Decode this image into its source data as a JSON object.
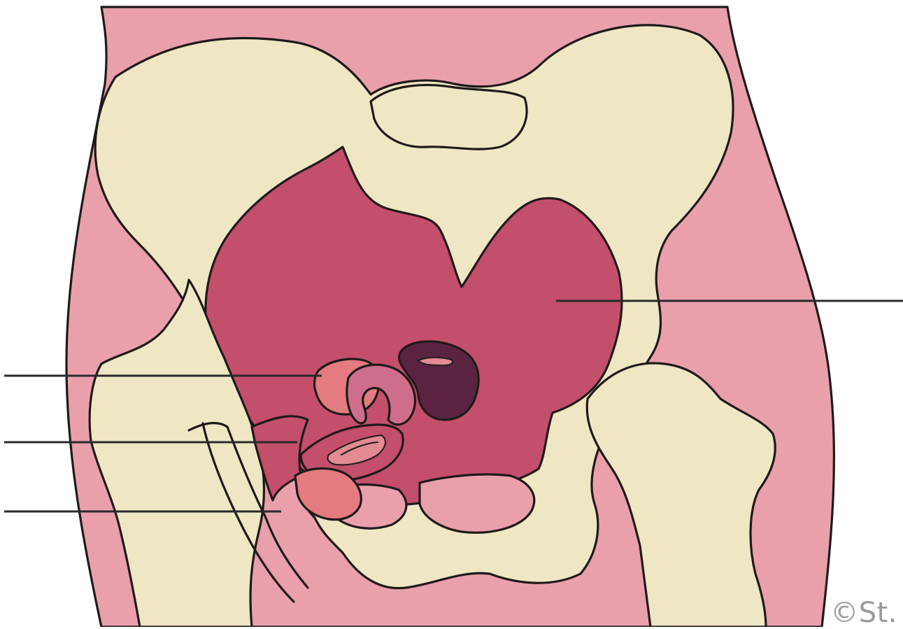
{
  "diagram": {
    "copyright": "©St."
  },
  "colors": {
    "background_skin": "#e9a0ab",
    "bone": "#efe6c4",
    "pelvic_cavity": "#c44f6a",
    "organ_light": "#e47b80",
    "organ_mid": "#cf6e8a",
    "organ_deep": "#5a2440",
    "organ_soft": "#e38a92",
    "outline": "#1f1a1a"
  },
  "leader_lines": [
    {
      "id": "right",
      "target": "pelvic-cavity"
    },
    {
      "id": "left-1",
      "target": "upper-organ"
    },
    {
      "id": "left-2",
      "target": "middle-organ"
    },
    {
      "id": "left-3",
      "target": "lower-organ"
    }
  ]
}
